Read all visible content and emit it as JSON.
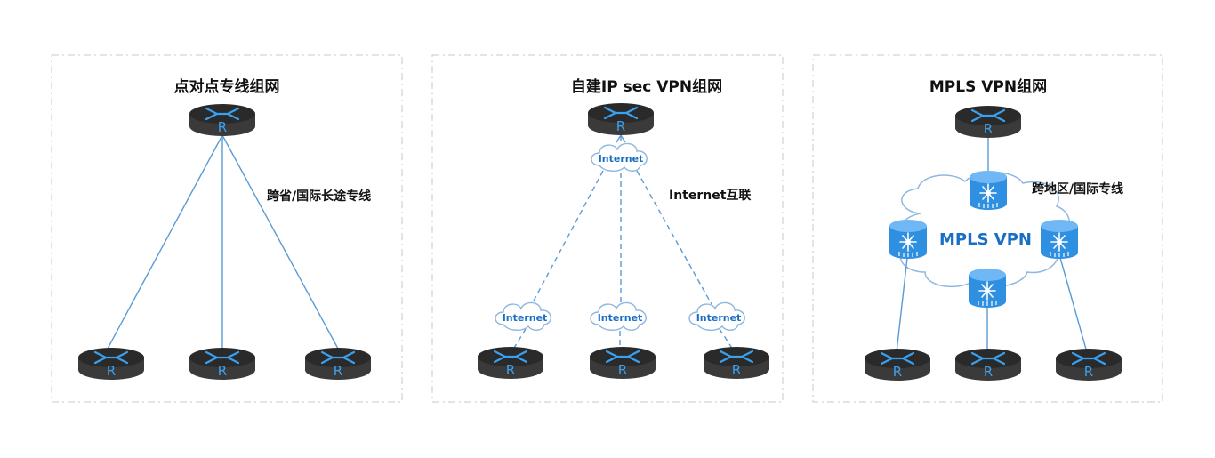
{
  "colors": {
    "panel_border": "#c8c8c8",
    "link_line": "#5a9bd5",
    "router_body": "#3a3a3a",
    "router_top": "#2a2a2a",
    "router_mark": "#3aa0f0",
    "cloud_stroke": "#8fb8e0",
    "switch_blue": "#2f8fe0"
  },
  "icons": [
    "router-icon",
    "cloud-icon",
    "mpls-switch-icon"
  ],
  "panels": [
    {
      "title": "点对点专线组网",
      "link_label": "跨省/国际长途专线",
      "router_label": "R"
    },
    {
      "title": "自建IP sec VPN组网",
      "link_label": "Internet互联",
      "cloud_label": "Internet",
      "router_label": "R"
    },
    {
      "title": "MPLS VPN组网",
      "link_label": "跨地区/国际专线",
      "cloud_label": "MPLS VPN",
      "router_label": "R"
    }
  ]
}
